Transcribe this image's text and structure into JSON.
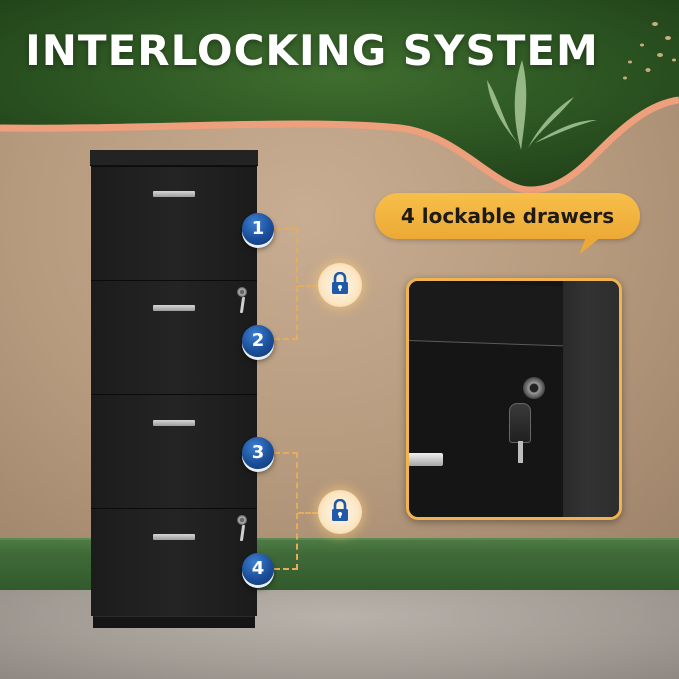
{
  "banner": {
    "title": "INTERLOCKING SYSTEM",
    "colors": {
      "green": "#2f5a25",
      "accent_stripe": "#ee9f7b",
      "title_text": "#ffffff"
    }
  },
  "cabinet": {
    "color": "#1e1e1e",
    "drawers": [
      {
        "number": "1",
        "has_lock": false
      },
      {
        "number": "2",
        "has_lock": true
      },
      {
        "number": "3",
        "has_lock": false
      },
      {
        "number": "4",
        "has_lock": true
      }
    ]
  },
  "badges": {
    "numbers": [
      "1",
      "2",
      "3",
      "4"
    ],
    "number_badge_color": "#1b4f9a",
    "lock_icon": "padlock-icon",
    "lock_groups": [
      {
        "drawers": [
          "1",
          "2"
        ]
      },
      {
        "drawers": [
          "3",
          "4"
        ]
      }
    ]
  },
  "callout": {
    "text": "4 lockable drawers",
    "color": "#f2b440"
  },
  "detail_panel": {
    "description": "Close-up of drawer lock with key",
    "border_color": "#f0b450"
  }
}
